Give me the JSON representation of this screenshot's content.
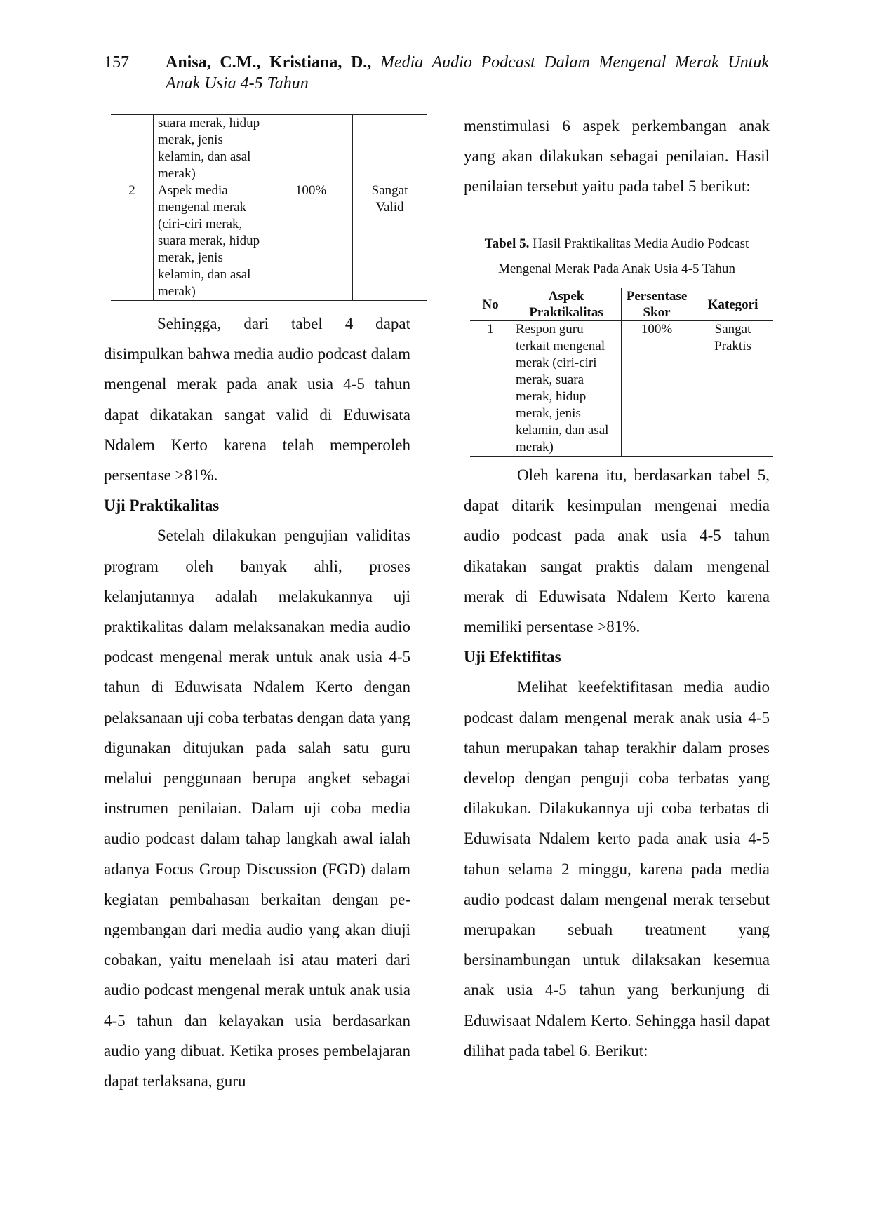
{
  "header": {
    "page_number": "157",
    "authors": "Anisa, C.M., Kristiana, D.,",
    "title_line1": "Media Audio Podcast Dalam Mengenal Merak Untuk",
    "title_line2": "Anak Usia 4-5 Tahun"
  },
  "table4": {
    "rows": [
      {
        "no": "",
        "aspek": "suara merak, hidup merak, jenis kelamin, dan asal merak)",
        "persentase": "",
        "kategori": ""
      },
      {
        "no": "2",
        "aspek": "Aspek media mengenal merak (ciri-ciri merak, suara merak, hidup merak, jenis kelamin, dan asal merak)",
        "persentase": "100%",
        "kategori": "Sangat Valid"
      }
    ]
  },
  "left": {
    "p1": "Sehingga, dari tabel 4 dapat disimpulkan bahwa media audio podcast dalam mengenal merak pada anak usia 4-5 tahun dapat dikatakan sangat valid di Eduwisata Ndalem Kerto karena telah memperoleh persentase >81%.",
    "heading": "Uji Praktikalitas",
    "p2": "Setelah dilakukan pengujian validitas program oleh banyak ahli, proses kelanjutannya adalah melakukannya uji praktikalitas dalam melaksanakan media audio podcast mengenal merak untuk anak usia 4-5 tahun di Eduwisata Ndalem Kerto dengan pelaksanaan uji coba terbatas dengan data yang digunakan ditujukan pada salah satu guru melalui penggunaan berupa angket sebagai instrumen penilaian. Dalam uji coba media audio podcast dalam tahap langkah awal ialah adanya Focus Group Discussion (FGD) dalam kegiatan pembahasan berkaitan dengan pe-ngembangan dari media audio yang akan diuji cobakan, yaitu menelaah isi atau materi dari audio podcast mengenal merak untuk anak usia 4-5 tahun dan kelayakan usia berdasarkan audio yang dibuat. Ketika proses pembelajaran dapat terlaksana, guru"
  },
  "right": {
    "p0": "menstimulasi 6 aspek perkembangan anak yang akan dilakukan sebagai penilaian. Hasil penilaian tersebut yaitu pada tabel 5 berikut:",
    "caption_label": "Tabel 5.",
    "caption_line1": "Hasil Praktikalitas Media Audio Podcast",
    "caption_line2": "Mengenal Merak Pada Anak Usia 4-5 Tahun",
    "p1": "Oleh karena itu, berdasarkan tabel 5, dapat ditarik kesimpulan mengenai media audio podcast pada anak usia 4-5 tahun dikatakan sangat praktis dalam mengenal merak di Eduwisata Ndalem Kerto karena memiliki persentase >81%.",
    "heading": "Uji Efektifitas",
    "p2": "Melihat keefektifitasan media audio podcast dalam mengenal merak anak usia 4-5 tahun merupakan tahap terakhir dalam proses develop dengan penguji coba terbatas yang dilakukan. Dilakukannya uji coba terbatas di Eduwisata Ndalem kerto pada anak usia 4-5 tahun selama 2 minggu, karena pada media audio podcast dalam mengenal merak tersebut merupakan sebuah treatment yang bersinambungan untuk dilaksakan kesemua anak usia 4-5 tahun yang berkunjung di Eduwisaat Ndalem Kerto. Sehingga hasil dapat dilihat pada tabel 6. Berikut:"
  },
  "table5": {
    "headers": {
      "no": "No",
      "aspek": "Aspek Praktikalitas",
      "persentase": "Persentase Skor",
      "kategori": "Kategori"
    },
    "rows": [
      {
        "no": "1",
        "aspek": "Respon guru terkait mengenal merak (ciri-ciri merak, suara merak, hidup merak, jenis kelamin, dan asal merak)",
        "persentase": "100%",
        "kategori": "Sangat Praktis"
      }
    ]
  }
}
